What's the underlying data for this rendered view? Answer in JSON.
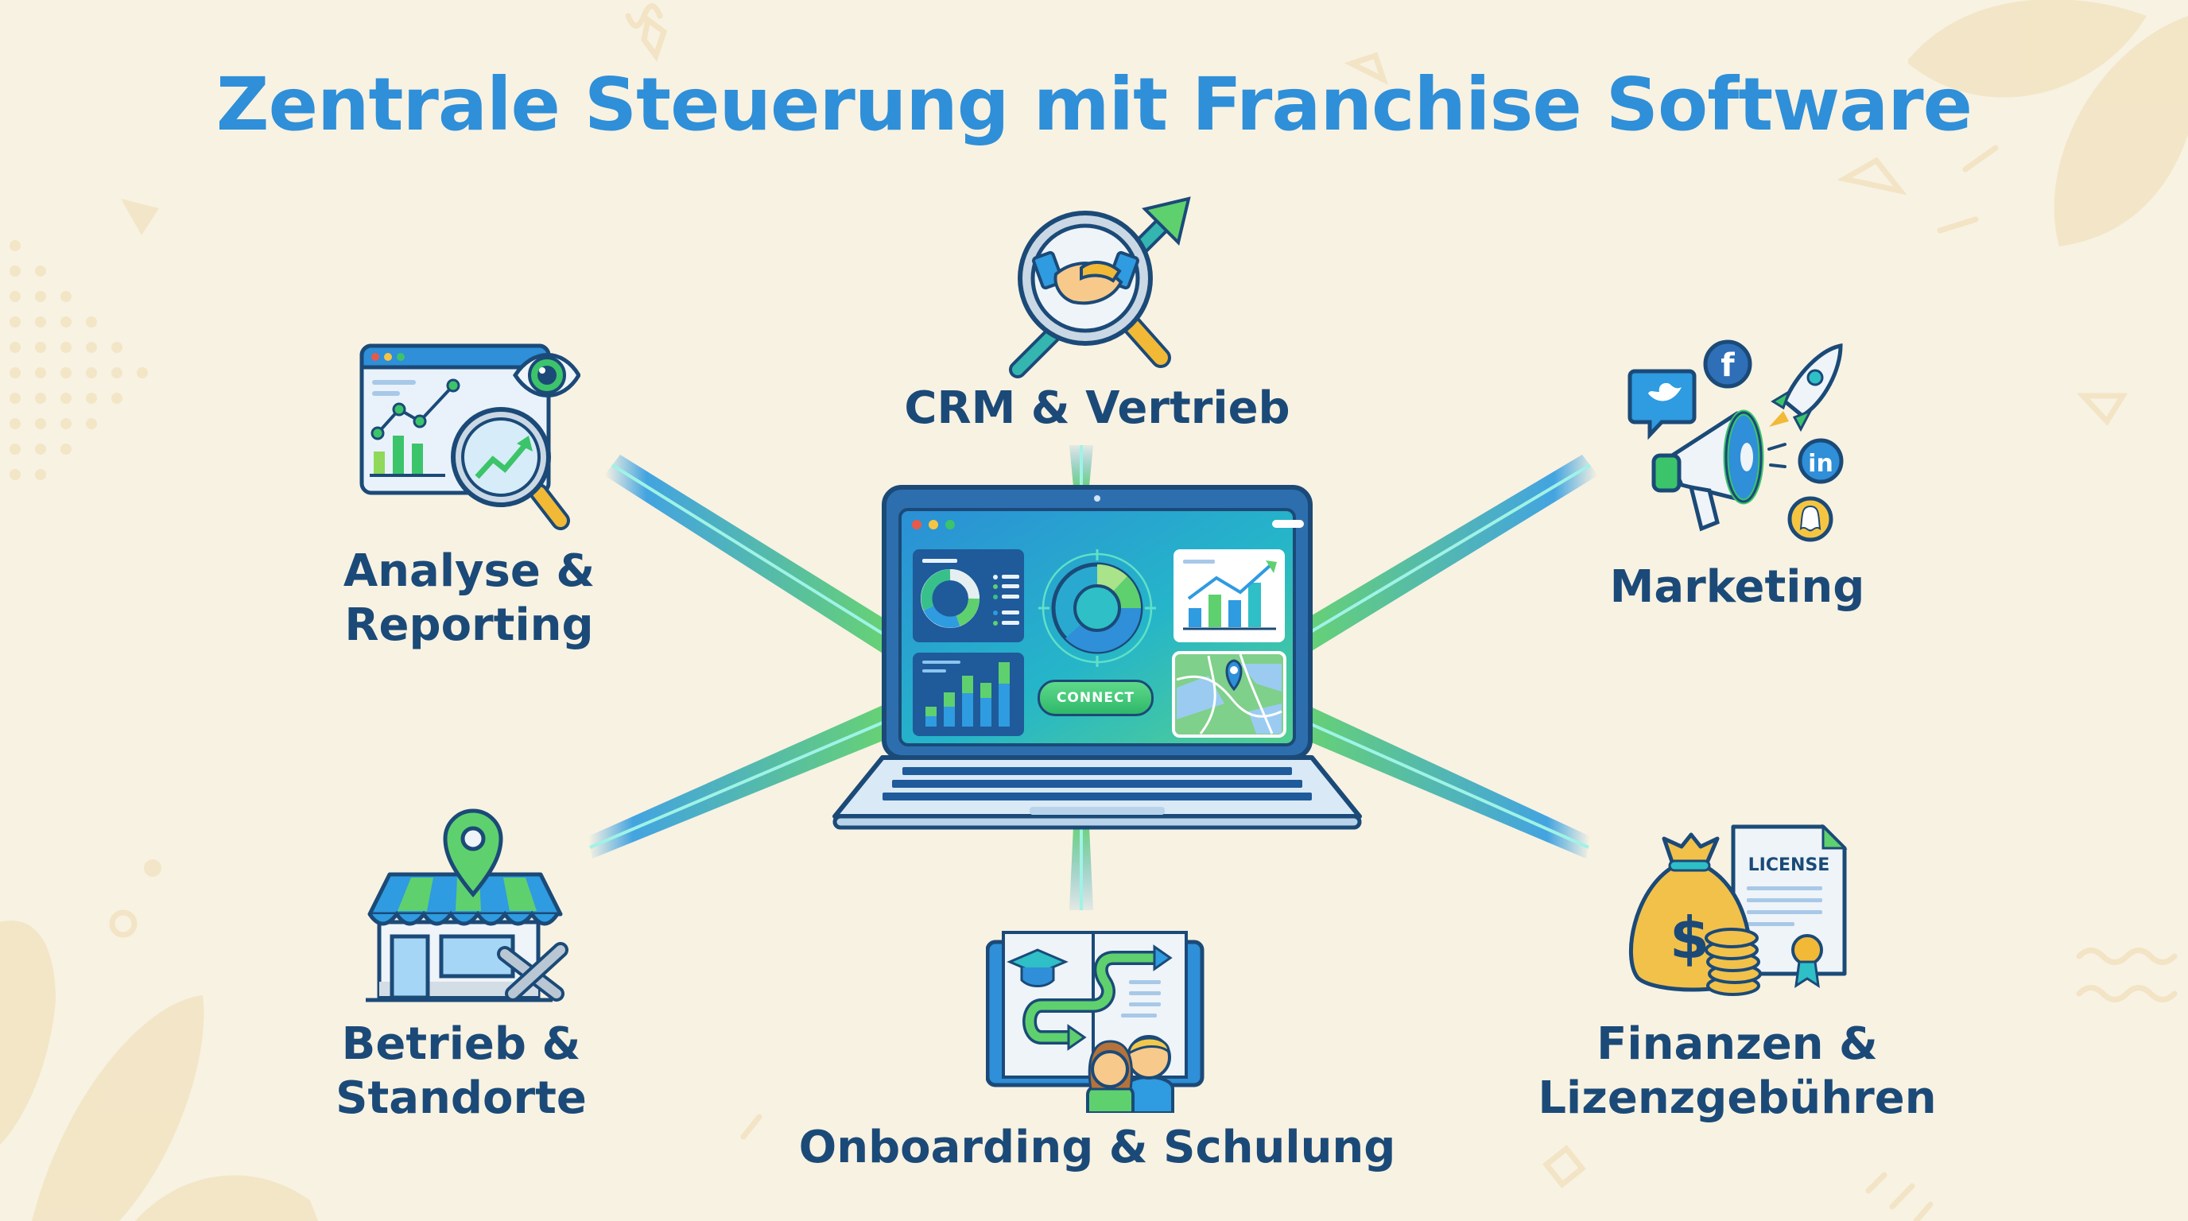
{
  "title": "Zentrale Steuerung mit Franchise Software",
  "center": {
    "device": "laptop",
    "screen": {
      "window_dots": [
        "#e8594a",
        "#f5c542",
        "#3cc46a"
      ],
      "connect_button": "CONNECT",
      "panels": [
        "donut-chart-panel",
        "bar-chart-panel",
        "target-gauge",
        "trend-chart-panel",
        "map-panel"
      ]
    }
  },
  "nodes": [
    {
      "id": "crm",
      "label_lines": [
        "CRM & Vertrieb"
      ],
      "icon": "handshake-magnifier-arrow-icon"
    },
    {
      "id": "analytics",
      "label_lines": [
        "Analyse &",
        "Reporting"
      ],
      "icon": "dashboard-eye-magnifier-icon"
    },
    {
      "id": "marketing",
      "label_lines": [
        "Marketing"
      ],
      "icon": "megaphone-social-rocket-icon"
    },
    {
      "id": "operations",
      "label_lines": [
        "Betrieb &",
        "Standorte"
      ],
      "icon": "store-pin-tools-icon"
    },
    {
      "id": "onboarding",
      "label_lines": [
        "Onboarding & Schulung"
      ],
      "icon": "book-path-people-icon"
    },
    {
      "id": "finance",
      "label_lines": [
        "Finanzen &",
        "Lizenzgebühren"
      ],
      "icon": "moneybag-coins-license-icon"
    }
  ],
  "finance_doc_label": "LICENSE",
  "colors": {
    "background": "#f8f2e2",
    "title": "#2f8fd8",
    "label": "#1b4a78",
    "outline": "#1b4a78",
    "blue": "#2f9be0",
    "green": "#5fd06e",
    "gold": "#f2b936",
    "decor": "#f0dfb8"
  }
}
